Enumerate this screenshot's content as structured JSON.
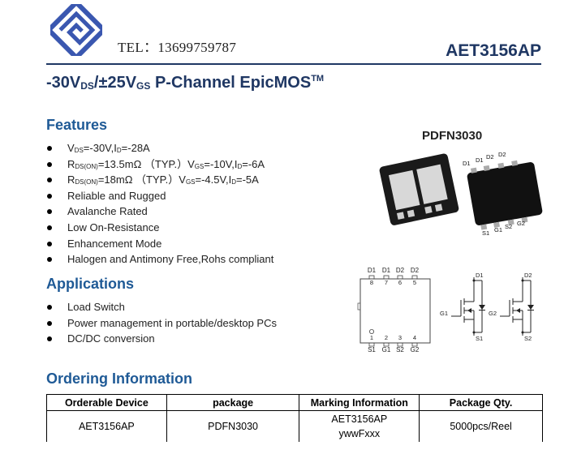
{
  "header": {
    "tel": "TEL：13699759787",
    "part_number": "AET3156AP"
  },
  "title": {
    "p1": "-30V",
    "p1_sub": "DS",
    "p2": "/±25V",
    "p2_sub": "GS",
    "p3": " P-Channel EpicMOS",
    "p3_sup": "TM"
  },
  "features": {
    "heading": "Features",
    "items": [
      {
        "a": "V",
        "a_sub": "DS",
        "b": "=-30V,I",
        "b_sub": "D",
        "c": "=-28A"
      },
      {
        "a": "R",
        "a_sub": "DS(ON)",
        "b": "=13.5mΩ （TYP.）V",
        "b_sub": "GS",
        "c": "=-10V,I",
        "c_sub": "D",
        "d": "=-6A"
      },
      {
        "a": "R",
        "a_sub": "DS(ON)",
        "b": "=18mΩ （TYP.）V",
        "b_sub": "GS",
        "c": "=-4.5V,I",
        "c_sub": "D",
        "d": "=-5A"
      },
      {
        "a": "Reliable and Rugged"
      },
      {
        "a": "Avalanche Rated"
      },
      {
        "a": "Low On-Resistance"
      },
      {
        "a": "Enhancement Mode"
      },
      {
        "a": "Halogen and Antimony Free,Rohs compliant"
      }
    ]
  },
  "applications": {
    "heading": "Applications",
    "items": [
      "Load Switch",
      "Power management in portable/desktop PCs",
      "DC/DC conversion"
    ]
  },
  "package": {
    "name": "PDFN3030",
    "top_pins": [
      "D1",
      "D1",
      "D2",
      "D2"
    ],
    "bottom_pins": [
      "S1",
      "G1",
      "S2",
      "G2"
    ],
    "top_numbers": [
      "8",
      "7",
      "6",
      "5"
    ],
    "bottom_numbers": [
      "1",
      "2",
      "3",
      "4"
    ],
    "schematic": {
      "g1": "G1",
      "d1": "D1",
      "s1": "S1",
      "g2": "G2",
      "d2": "D2",
      "s2": "S2"
    }
  },
  "ordering": {
    "heading": "Ordering Information",
    "columns": [
      "Orderable Device",
      "package",
      "Marking Information",
      "Package Qty."
    ],
    "rows": [
      {
        "device": "AET3156AP",
        "package": "PDFN3030",
        "marking_1": "AET3156AP",
        "marking_2": "ywwFxxx",
        "qty": "5000pcs/Reel"
      }
    ]
  },
  "colors": {
    "brand": "#1f3763",
    "heading": "#1f5a96",
    "logo_blue": "#3a57b0"
  }
}
